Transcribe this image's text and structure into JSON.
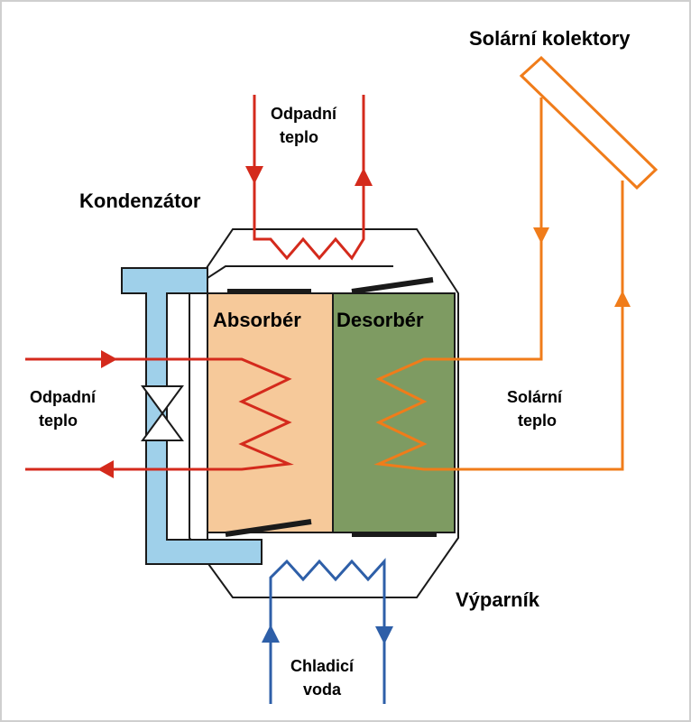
{
  "labels": {
    "collectors": "Solární kolektory",
    "waste_heat_top_1": "Odpadní",
    "waste_heat_top_2": "teplo",
    "condenser": "Kondenzátor",
    "absorber": "Absorbér",
    "desorber": "Desorbér",
    "waste_heat_left_1": "Odpadní",
    "waste_heat_left_2": "teplo",
    "solar_heat_1": "Solární",
    "solar_heat_2": "teplo",
    "evaporator": "Výparník",
    "cooling_water_1": "Chladicí",
    "cooling_water_2": "voda"
  },
  "colors": {
    "waste_heat": "#d42a1c",
    "solar": "#f07c1a",
    "cooling": "#2e5fa8",
    "refrigerant": "#9fd0ea",
    "absorber_fill": "#f6c99a",
    "desorber_fill": "#7e9b62",
    "outline": "#1a1a1a"
  }
}
